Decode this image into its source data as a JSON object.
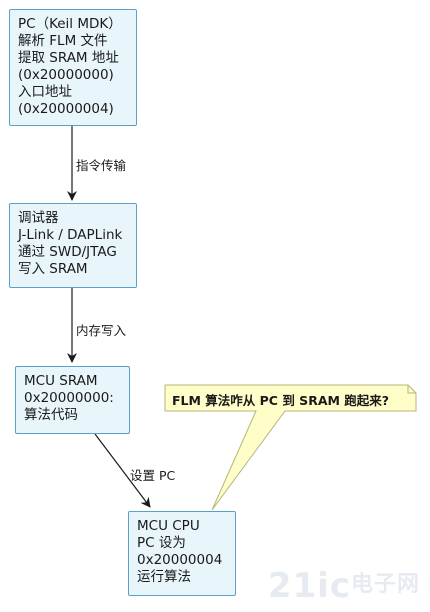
{
  "nodes": {
    "pc": {
      "lines": [
        "PC（Keil MDK）",
        "解析 FLM 文件",
        "提取 SRAM 地址",
        "(0x20000000)",
        "入口地址",
        "(0x20000004)"
      ]
    },
    "debugger": {
      "lines": [
        "调试器",
        "J-Link / DAPLink",
        "通过 SWD/JTAG",
        "写入 SRAM"
      ]
    },
    "sram": {
      "lines": [
        "MCU SRAM",
        "0x20000000:",
        "算法代码"
      ]
    },
    "cpu": {
      "lines": [
        "MCU CPU",
        "PC 设为",
        "0x20000004",
        "运行算法"
      ]
    }
  },
  "edges": {
    "pc_to_debugger": "指令传输",
    "debugger_to_sram": "内存写入",
    "sram_to_cpu": "设置 PC"
  },
  "note": {
    "text": "FLM 算法咋从 PC 到 SRAM 跑起来?"
  },
  "watermark": {
    "text": "21ic",
    "sub": "电子网"
  },
  "colors": {
    "box_fill": "#e8f5fb",
    "box_border": "#5aa0c8",
    "note_fill": "#fffdc8",
    "note_border": "#b5b57a",
    "arrow": "#1a1a1a"
  }
}
